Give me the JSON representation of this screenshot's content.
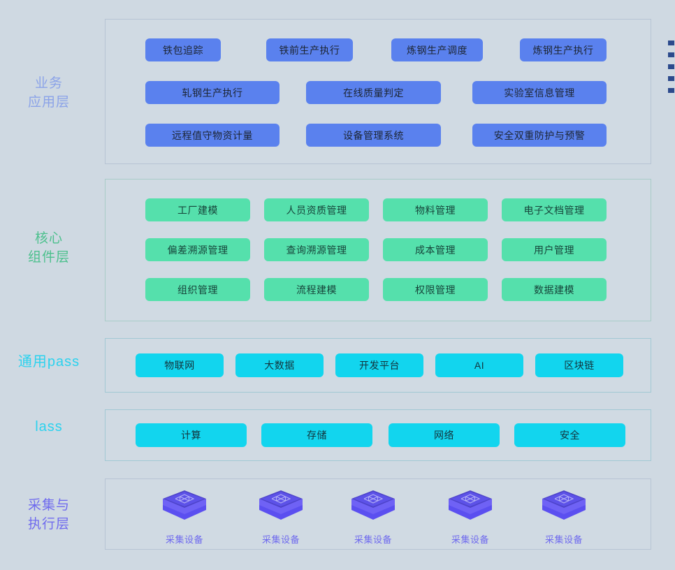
{
  "background_color": "#cfd9e2",
  "layers": [
    {
      "id": "business",
      "label": "业务\n应用层",
      "label_color": "#8ba3e8",
      "chip_color": "#5a81ee",
      "rows": [
        [
          "铁包追踪",
          "铁前生产执行",
          "炼钢生产调度",
          "炼钢生产执行"
        ],
        [
          "轧钢生产执行",
          "在线质量判定",
          "实验室信息管理"
        ],
        [
          "远程值守物资计量",
          "设备管理系统",
          "安全双重防护与预警"
        ]
      ]
    },
    {
      "id": "core",
      "label": "核心\n组件层",
      "label_color": "#4cc08d",
      "chip_color": "#55e0ac",
      "rows": [
        [
          "工厂建模",
          "人员资质管理",
          "物料管理",
          "电子文档管理"
        ],
        [
          "偏差溯源管理",
          "查询溯源管理",
          "成本管理",
          "用户管理"
        ],
        [
          "组织管理",
          "流程建模",
          "权限管理",
          "数据建模"
        ]
      ]
    },
    {
      "id": "pass",
      "label": "通用pass",
      "label_color": "#2bd2ee",
      "chip_color": "#12d5ee",
      "rows": [
        [
          "物联网",
          "大数据",
          "开发平台",
          "AI",
          "区块链"
        ]
      ]
    },
    {
      "id": "iaas",
      "label": "lass",
      "label_color": "#2bd2ee",
      "chip_color": "#12d5ee",
      "rows": [
        [
          "计算",
          "存储",
          "网络",
          "安全"
        ]
      ]
    },
    {
      "id": "collect",
      "label": "采集与\n执行层",
      "label_color": "#6f6aee",
      "chip_color": "#5a4df0",
      "devices": [
        {
          "icon": "cube-chip-icon",
          "label": "采集设备"
        },
        {
          "icon": "cube-chip-icon",
          "label": "采集设备"
        },
        {
          "icon": "cube-chip-icon",
          "label": "采集设备"
        },
        {
          "icon": "cube-chip-icon",
          "label": "采集设备"
        },
        {
          "icon": "cube-chip-icon",
          "label": "采集设备"
        }
      ]
    }
  ],
  "edge_markers": {
    "name": "list-bullet-marker",
    "color": "#2c4a8c",
    "count": 5
  }
}
